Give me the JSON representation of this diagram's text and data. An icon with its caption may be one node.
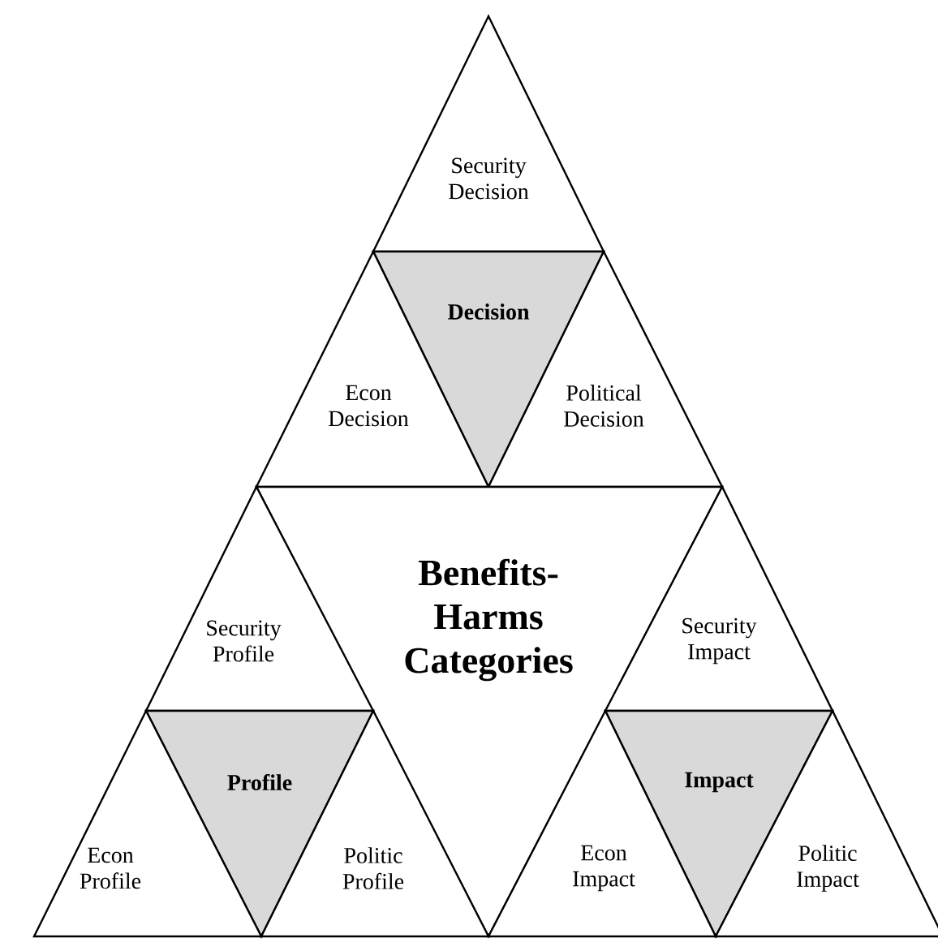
{
  "diagram": {
    "nodes": [
      {
        "text": [
          "Security Decision"
        ]
      },
      {
        "text": [
          "Decision"
        ]
      },
      {
        "text": [
          "Econ Decision"
        ]
      },
      {
        "text": [
          "Political Decision"
        ]
      },
      {
        "text": [
          "Benefits-Harms Categories"
        ]
      },
      {
        "text": [
          "Security Profile"
        ]
      },
      {
        "text": [
          "Security Impact"
        ]
      },
      {
        "text": [
          "Profile"
        ]
      },
      {
        "text": [
          "Impact"
        ]
      },
      {
        "text": [
          "Econ Profile"
        ]
      },
      {
        "text": [
          "Politic Profile"
        ]
      },
      {
        "text": [
          "Econ Impact"
        ]
      },
      {
        "text": [
          "Politic Impact"
        ]
      }
    ]
  }
}
